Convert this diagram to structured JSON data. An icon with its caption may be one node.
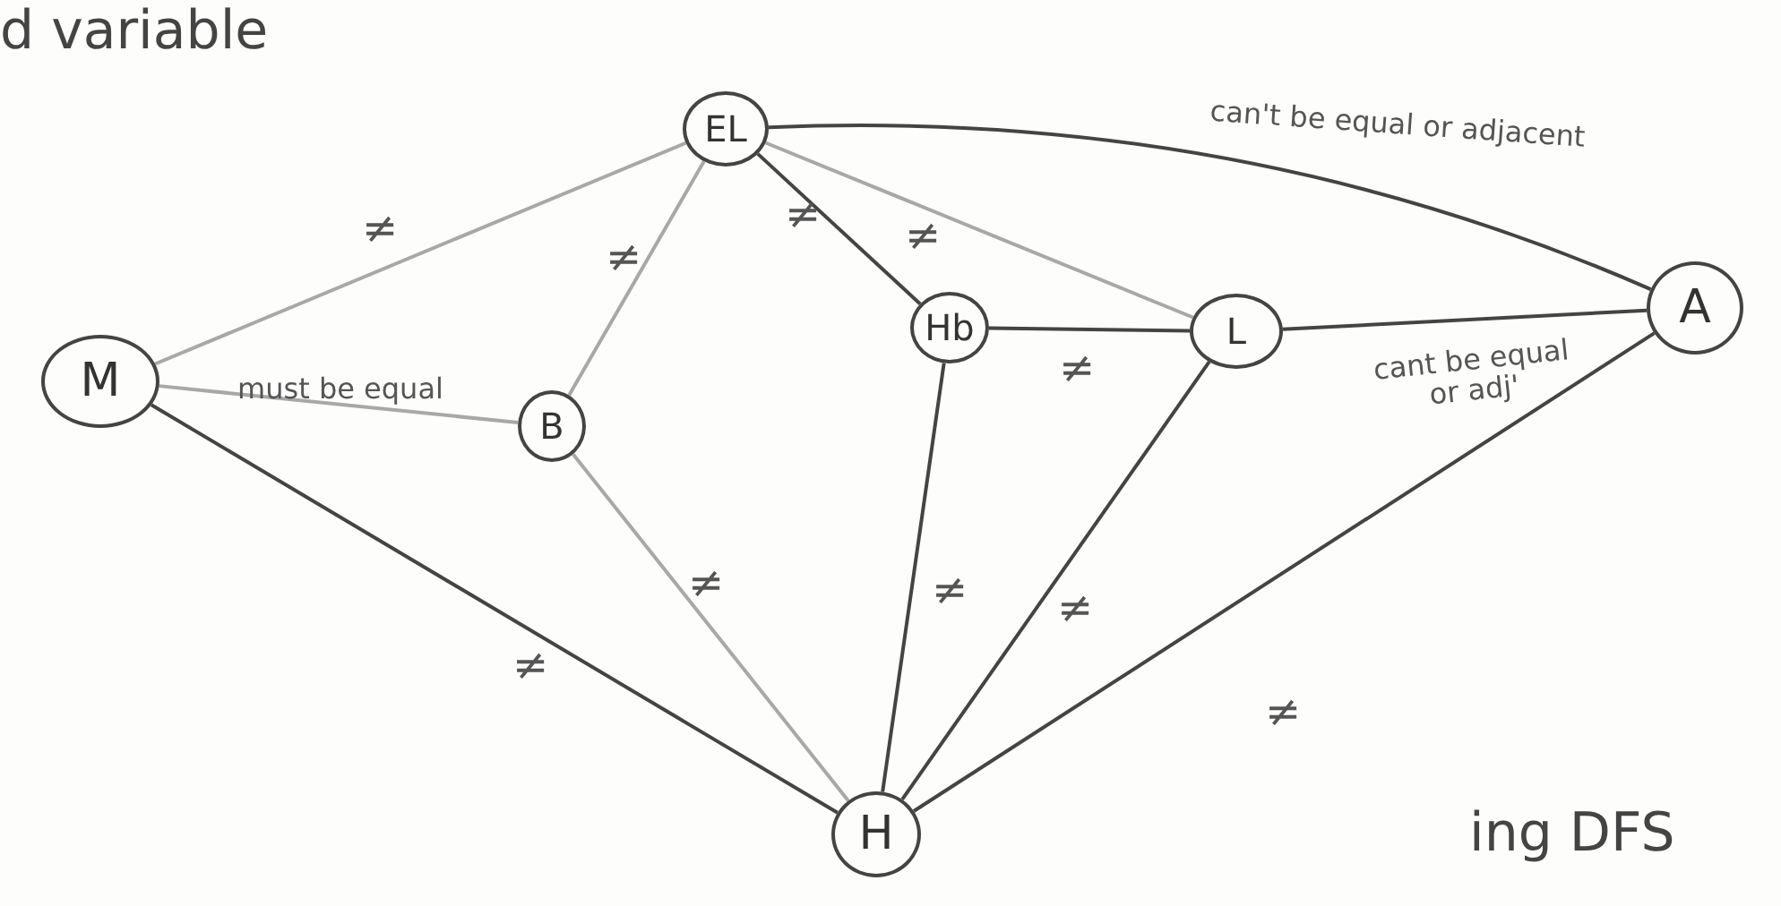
{
  "diagram": {
    "nodes": [
      {
        "text": [
          "M"
        ]
      },
      {
        "text": [
          "EL"
        ]
      },
      {
        "text": [
          "B"
        ]
      },
      {
        "text": [
          "Hb"
        ]
      },
      {
        "text": [
          "L"
        ]
      },
      {
        "text": [
          "A"
        ]
      },
      {
        "text": [
          "H"
        ]
      }
    ],
    "edges": [
      {
        "from": 0,
        "to": 1,
        "arrow": "none",
        "label": "≠",
        "color": "#a8a8a8"
      },
      {
        "from": 0,
        "to": 2,
        "arrow": "none",
        "label": "must be equal",
        "color": "#a8a8a8"
      },
      {
        "from": 0,
        "to": 6,
        "arrow": "none",
        "label": "≠"
      },
      {
        "from": 1,
        "to": 2,
        "arrow": "none",
        "label": "≠",
        "color": "#a8a8a8"
      },
      {
        "from": 1,
        "to": 3,
        "arrow": "none",
        "label": "≠"
      },
      {
        "from": 1,
        "to": 4,
        "arrow": "none",
        "label": "≠",
        "color": "#a8a8a8"
      },
      {
        "from": 1,
        "to": 5,
        "arrow": "none",
        "label": "can't be equal or adjacent"
      },
      {
        "from": 2,
        "to": 6,
        "arrow": "none",
        "label": "≠",
        "color": "#a8a8a8"
      },
      {
        "from": 3,
        "to": 4,
        "arrow": "none",
        "label": "≠"
      },
      {
        "from": 3,
        "to": 6,
        "arrow": "none",
        "label": "≠"
      },
      {
        "from": 4,
        "to": 5,
        "arrow": "none",
        "label": "cant be equal or adj'"
      },
      {
        "from": 4,
        "to": 6,
        "arrow": "none",
        "label": "≠"
      },
      {
        "from": 5,
        "to": 6,
        "arrow": "none",
        "label": "≠"
      }
    ],
    "labels": [
      "d variable",
      "ing DFS"
    ]
  }
}
